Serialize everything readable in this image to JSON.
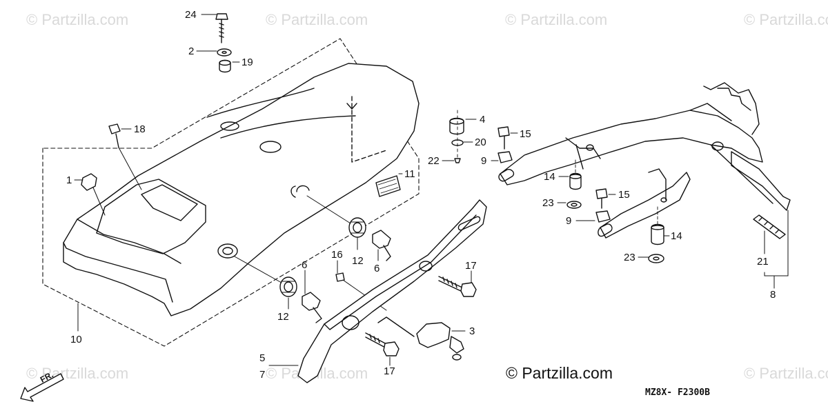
{
  "watermark": "© Partzilla.com",
  "copyright": "© Partzilla.com",
  "diagram_code": "MZ8X- F2300B",
  "direction_label": "FR.",
  "callouts": [
    "24",
    "2",
    "19",
    "18",
    "1",
    "10",
    "4",
    "15",
    "20",
    "22",
    "9",
    "11",
    "14",
    "23",
    "12",
    "6",
    "16",
    "17",
    "3",
    "5",
    "7",
    "21",
    "8"
  ]
}
